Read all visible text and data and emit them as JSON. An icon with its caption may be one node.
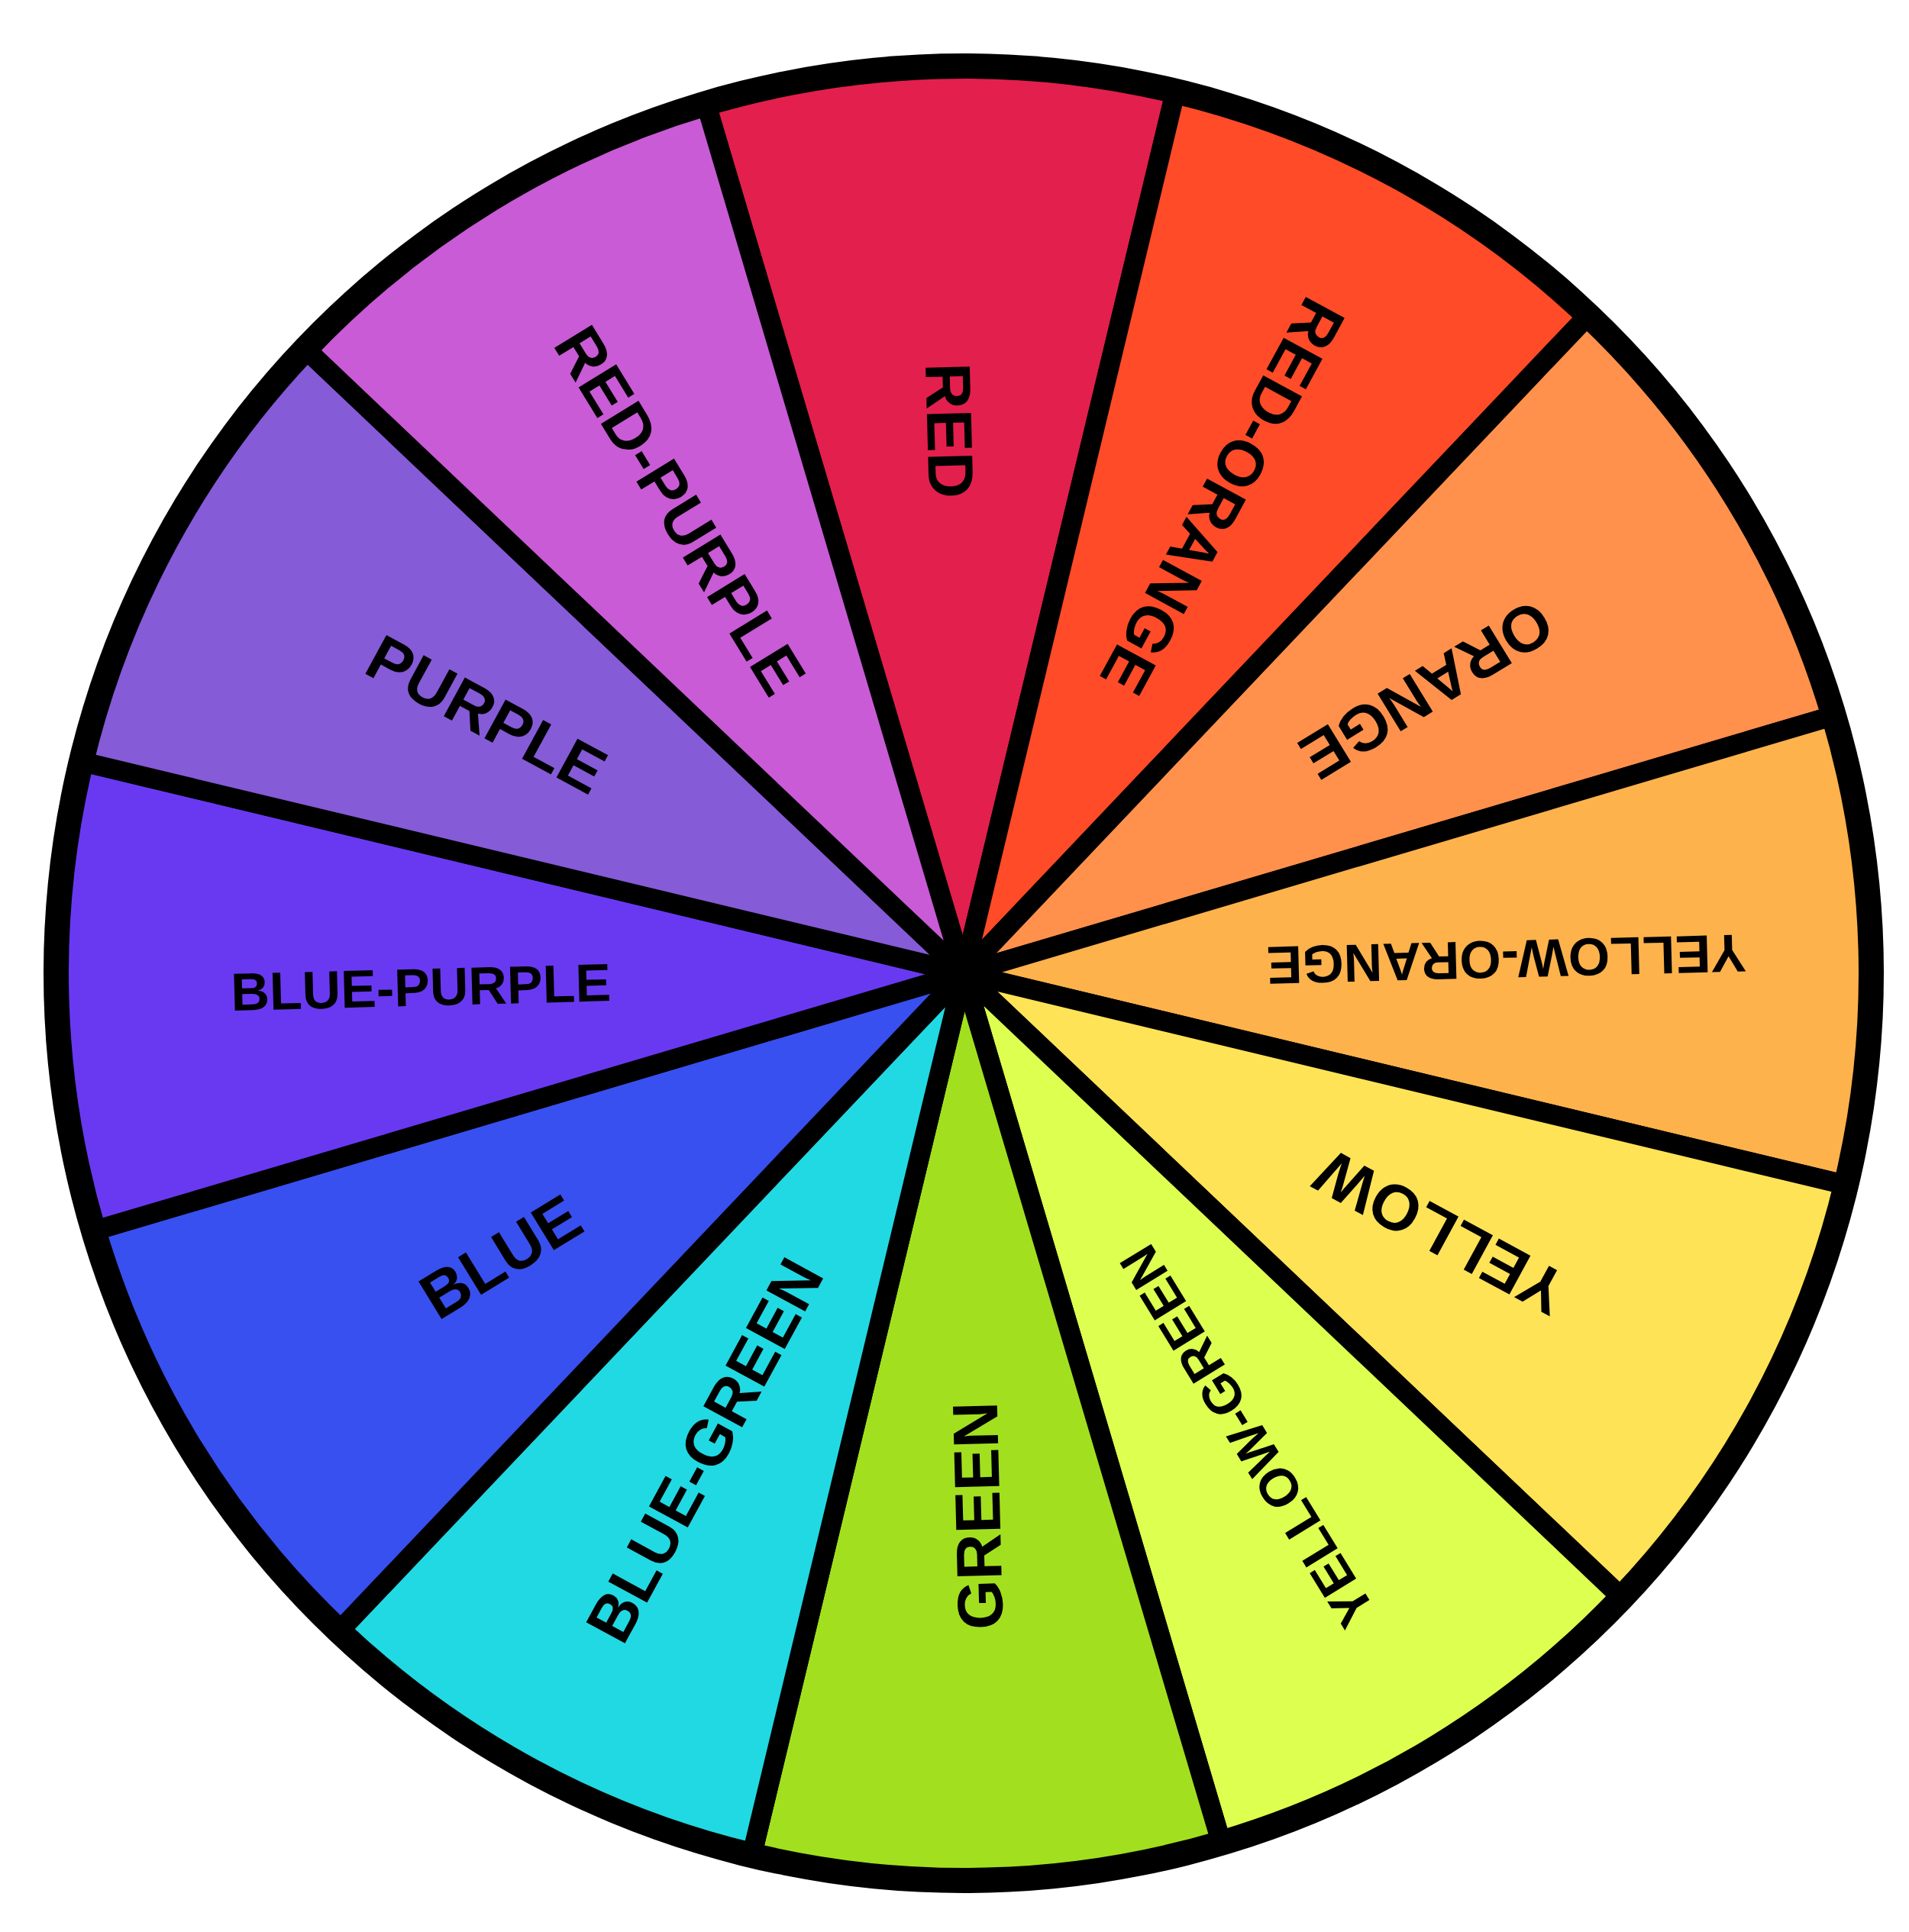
{
  "diagram": {
    "nodes": [
      {
        "text": [
          "RED"
        ]
      },
      {
        "text": [
          "RED-ORANGE"
        ]
      },
      {
        "text": [
          "ORANGE"
        ]
      },
      {
        "text": [
          "YELLOW-ORANGE"
        ]
      },
      {
        "text": [
          "YELLOW"
        ]
      },
      {
        "text": [
          "YELLOW-GREEN"
        ]
      },
      {
        "text": [
          "GREEN"
        ]
      },
      {
        "text": [
          "BLUE-GREEN"
        ]
      },
      {
        "text": [
          "BLUE"
        ]
      },
      {
        "text": [
          "BLUE-PURPLE"
        ]
      },
      {
        "text": [
          "PURPLE"
        ]
      },
      {
        "text": [
          "RED-PURPLE"
        ]
      }
    ]
  }
}
